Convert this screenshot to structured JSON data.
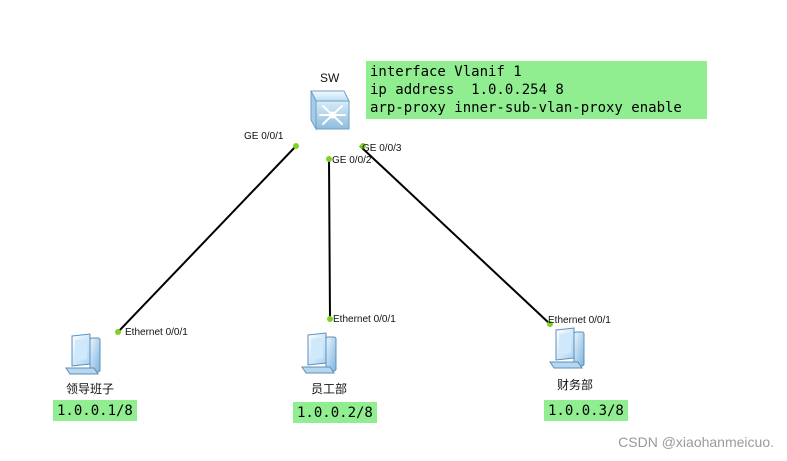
{
  "switch": {
    "name": "SW"
  },
  "config": {
    "lines": [
      "interface Vlanif 1",
      "ip address  1.0.0.254 8",
      "arp-proxy inner-sub-vlan-proxy enable"
    ]
  },
  "ports": {
    "sw_ge1": "GE 0/0/1",
    "sw_ge2": "GE 0/0/2",
    "sw_ge3": "GE 0/0/3",
    "pc1_eth": "Ethernet 0/0/1",
    "pc2_eth": "Ethernet 0/0/1",
    "pc3_eth": "Ethernet 0/0/1"
  },
  "hosts": [
    {
      "name": "领导班子",
      "ip": "1.0.0.1/8"
    },
    {
      "name": "员工部",
      "ip": "1.0.0.2/8"
    },
    {
      "name": "财务部",
      "ip": "1.0.0.3/8"
    }
  ],
  "watermark": "CSDN @xiaohanmeicuo.",
  "colors": {
    "link": "#000000",
    "port_dot": "#7ed321",
    "label_bg": "#90ee90",
    "switch_body": "#cfe7f7"
  }
}
